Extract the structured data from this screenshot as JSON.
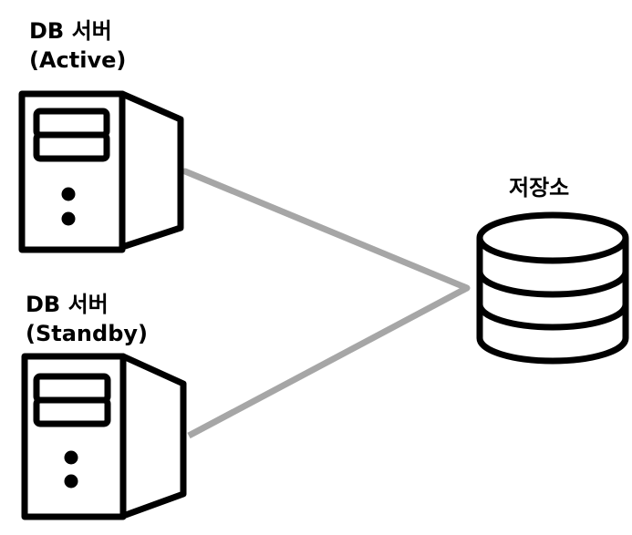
{
  "servers": [
    {
      "id": "active",
      "title": "DB 서버",
      "role": "(Active)"
    },
    {
      "id": "standby",
      "title": "DB 서버",
      "role": "(Standby)"
    }
  ],
  "storage": {
    "label": "저장소"
  },
  "colors": {
    "stroke": "#000000",
    "connector": "#a6a6a6",
    "background": "#ffffff"
  },
  "icons": [
    "server-tower-icon",
    "database-cylinder-icon"
  ]
}
